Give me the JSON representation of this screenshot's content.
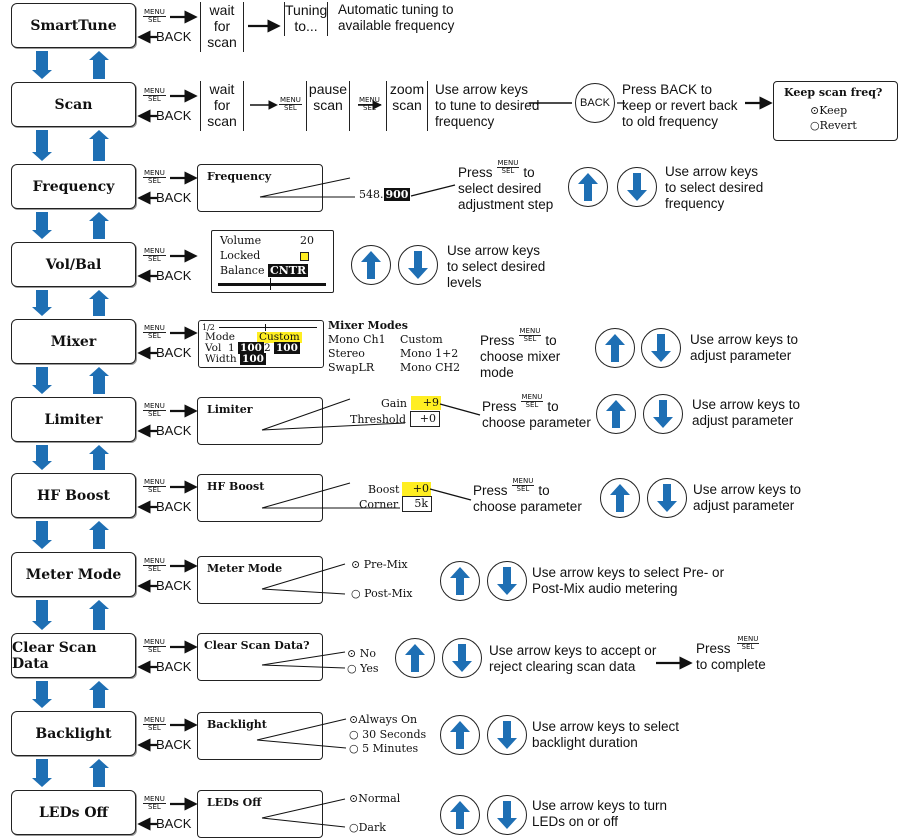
{
  "shared": {
    "menu_label": "MENU",
    "sel_label": "SEL",
    "back_label": "BACK"
  },
  "colors": {
    "arrow_blue": "#1e6fb4",
    "highlight_yellow": "#ffee22"
  },
  "icons": [
    "up-arrow-icon",
    "down-arrow-icon",
    "right-arrow-icon"
  ],
  "smarttune": {
    "title": "SmartTune",
    "step1": [
      "wait",
      "for",
      "scan"
    ],
    "step2": [
      "Tuning",
      "to..."
    ],
    "desc": [
      "Automatic tuning to",
      "available frequency"
    ]
  },
  "scan": {
    "title": "Scan",
    "step1": [
      "wait",
      "for",
      "scan"
    ],
    "step2": [
      "pause",
      "scan"
    ],
    "step3": [
      "zoom",
      "scan"
    ],
    "desc": [
      "Use arrow keys",
      "to tune to desired",
      "frequency"
    ],
    "back_button": "BACK",
    "back_desc": [
      "Press BACK to",
      "keep or revert back",
      "to old frequency"
    ],
    "dialog": {
      "title": "Keep scan freq?",
      "opt1": "Keep",
      "opt2": "Revert"
    }
  },
  "frequency": {
    "title": "Frequency",
    "lcd_title": "Frequency",
    "value_prefix": "548.",
    "value_sel": "900",
    "press": "Press",
    "press_to": "to",
    "desc": [
      "select desired",
      "adjustment step"
    ],
    "arrow_desc": [
      "Use arrow keys",
      "to select desired",
      "frequency"
    ]
  },
  "volbal": {
    "title": "Vol/Bal",
    "volume_label": "Volume",
    "volume_value": "20",
    "locked_label": "Locked",
    "balance_label": "Balance",
    "balance_value": "CNTR",
    "desc": [
      "Use arrow keys",
      "to select desired",
      "levels"
    ]
  },
  "mixer": {
    "title": "Mixer",
    "page": "1/2",
    "mode_label": "Mode",
    "mode_value": "Custom",
    "vol_label": "Vol",
    "ch1": "1",
    "ch1_value": "100",
    "ch2": "2",
    "ch2_value": "100",
    "width_label": "Width",
    "width_value": "100",
    "modes_title": "Mixer Modes",
    "modes": [
      "Mono Ch1",
      "Custom",
      "Stereo",
      "Mono 1+2",
      "SwapLR",
      "Mono CH2"
    ],
    "press": "Press",
    "press_to": "to",
    "desc": [
      "choose mixer",
      "mode"
    ],
    "arrow_desc": [
      "Use arrow keys to",
      "adjust parameter"
    ]
  },
  "limiter": {
    "title": "Limiter",
    "lcd_title": "Limiter",
    "gain_label": "Gain",
    "gain_value": "+9",
    "threshold_label": "Threshold",
    "threshold_value": "+0",
    "press": "Press",
    "press_to": "to",
    "desc": "choose parameter",
    "arrow_desc": [
      "Use arrow keys to",
      "adjust parameter"
    ]
  },
  "hfboost": {
    "title": "HF Boost",
    "lcd_title": "HF Boost",
    "boost_label": "Boost",
    "boost_value": "+0",
    "corner_label": "Corner",
    "corner_value": "5k",
    "press": "Press",
    "press_to": "to",
    "desc": "choose parameter",
    "arrow_desc": [
      "Use arrow keys to",
      "adjust parameter"
    ]
  },
  "metermode": {
    "title": "Meter Mode",
    "lcd_title": "Meter Mode",
    "opt1": "Pre-Mix",
    "opt2": "Post-Mix",
    "arrow_desc": [
      "Use arrow keys to select Pre- or",
      "Post-Mix audio metering"
    ]
  },
  "clearscan": {
    "title": "Clear Scan Data",
    "lcd_title": "Clear Scan Data?",
    "opt1": "No",
    "opt2": "Yes",
    "arrow_desc": [
      "Use arrow keys to accept or",
      "reject clearing scan data"
    ],
    "press": "Press",
    "complete": "to complete"
  },
  "backlight": {
    "title": "Backlight",
    "lcd_title": "Backlight",
    "opt1": "Always On",
    "opt2": "30 Seconds",
    "opt3": "5 Minutes",
    "arrow_desc": [
      "Use arrow keys to select",
      "backlight duration"
    ]
  },
  "ledsoff": {
    "title": "LEDs Off",
    "lcd_title": "LEDs Off",
    "opt1": "Normal",
    "opt2": "Dark",
    "arrow_desc": [
      "Use arrow keys to turn",
      "LEDs on or off"
    ]
  }
}
